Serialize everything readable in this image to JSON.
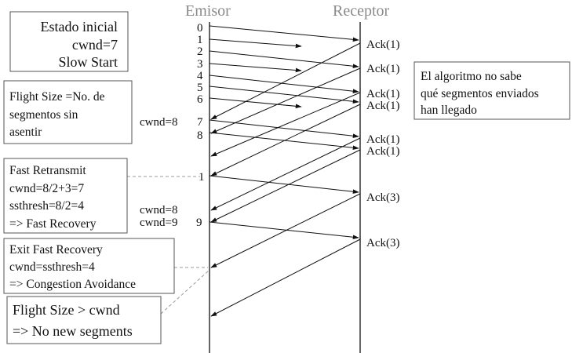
{
  "headers": {
    "sender": "Emisor",
    "receiver": "Receptor"
  },
  "boxes": {
    "initial_state": [
      "Estado inicial",
      "cwnd=7",
      "Slow Start"
    ],
    "flight_size_def": [
      "Flight Size =No. de",
      "segmentos sin",
      "asentir"
    ],
    "algorithm_note": [
      "El algoritmo no sabe",
      "qué segmentos enviados",
      "han llegado"
    ],
    "fast_retransmit": [
      "Fast Retransmit",
      "cwnd=8/2+3=7",
      "ssthresh=8/2=4",
      "=> Fast Recovery"
    ],
    "exit_fast_recovery": [
      "Exit Fast Recovery",
      "cwnd=ssthresh=4",
      "=> Congestion Avoidance"
    ],
    "flight_gt_cwnd": [
      "Flight Size > cwnd",
      "=> No new segments"
    ]
  },
  "sender_labels": {
    "seg_0": "0",
    "seg_1": "1",
    "seg_2": "2",
    "seg_3": "3",
    "seg_4": "4",
    "seg_5": "5",
    "seg_6": "6",
    "seg_7": "7",
    "seg_8": "8",
    "retx_1": "1",
    "seg_9": "9",
    "cwnd_a": "cwnd=8",
    "cwnd_b": "cwnd=8",
    "cwnd_c": "cwnd=9"
  },
  "receiver_labels": {
    "ack_a": "Ack(1)",
    "ack_b": "Ack(1)",
    "ack_c": "Ack(1)",
    "ack_d": "Ack(1)",
    "ack_e": "Ack(1)",
    "ack_f": "Ack(1)",
    "ack_g": "Ack(3)",
    "ack_h": "Ack(3)"
  }
}
